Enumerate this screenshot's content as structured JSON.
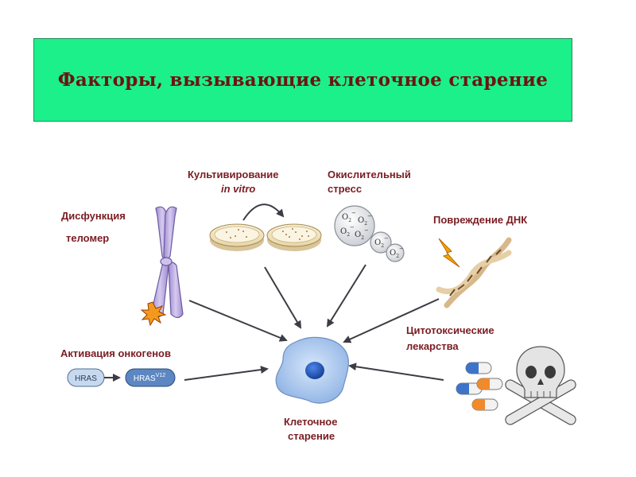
{
  "title": "Факторы, вызывающие клеточное старение",
  "labels": {
    "telomere_line1": "Дисфункция",
    "telomere_line2": "теломер",
    "culture_line1": "Культивирование",
    "culture_line2": "in vitro",
    "oxidative_line1": "Окислительный",
    "oxidative_line2": "стресс",
    "dna_damage": "Повреждение ДНК",
    "oncogene": "Активация онкогенов",
    "cytotoxic_line1": "Цитотоксические",
    "cytotoxic_line2": "лекарства",
    "senescence_line1": "Клеточное",
    "senescence_line2": "старение"
  },
  "oncogene_badges": {
    "hras": "HRAS",
    "hras_mut": "HRAS",
    "hras_mut_sup": "V12"
  },
  "radicals": {
    "o2": "O",
    "sub": "2",
    "sup": "−"
  },
  "colors": {
    "title_bg": "#1cf08a",
    "title_text": "#6b1414",
    "label_text": "#7a1c22",
    "arrow": "#3c3c44",
    "cell": "#a9c7ee",
    "nucleus": "#1c4fb4",
    "chromosome": "#b9a9de",
    "dish": "#f1e4c3",
    "capsule_blue": "#3d74c9",
    "capsule_orange": "#f08a2a",
    "badge": "#b7d0ea"
  }
}
